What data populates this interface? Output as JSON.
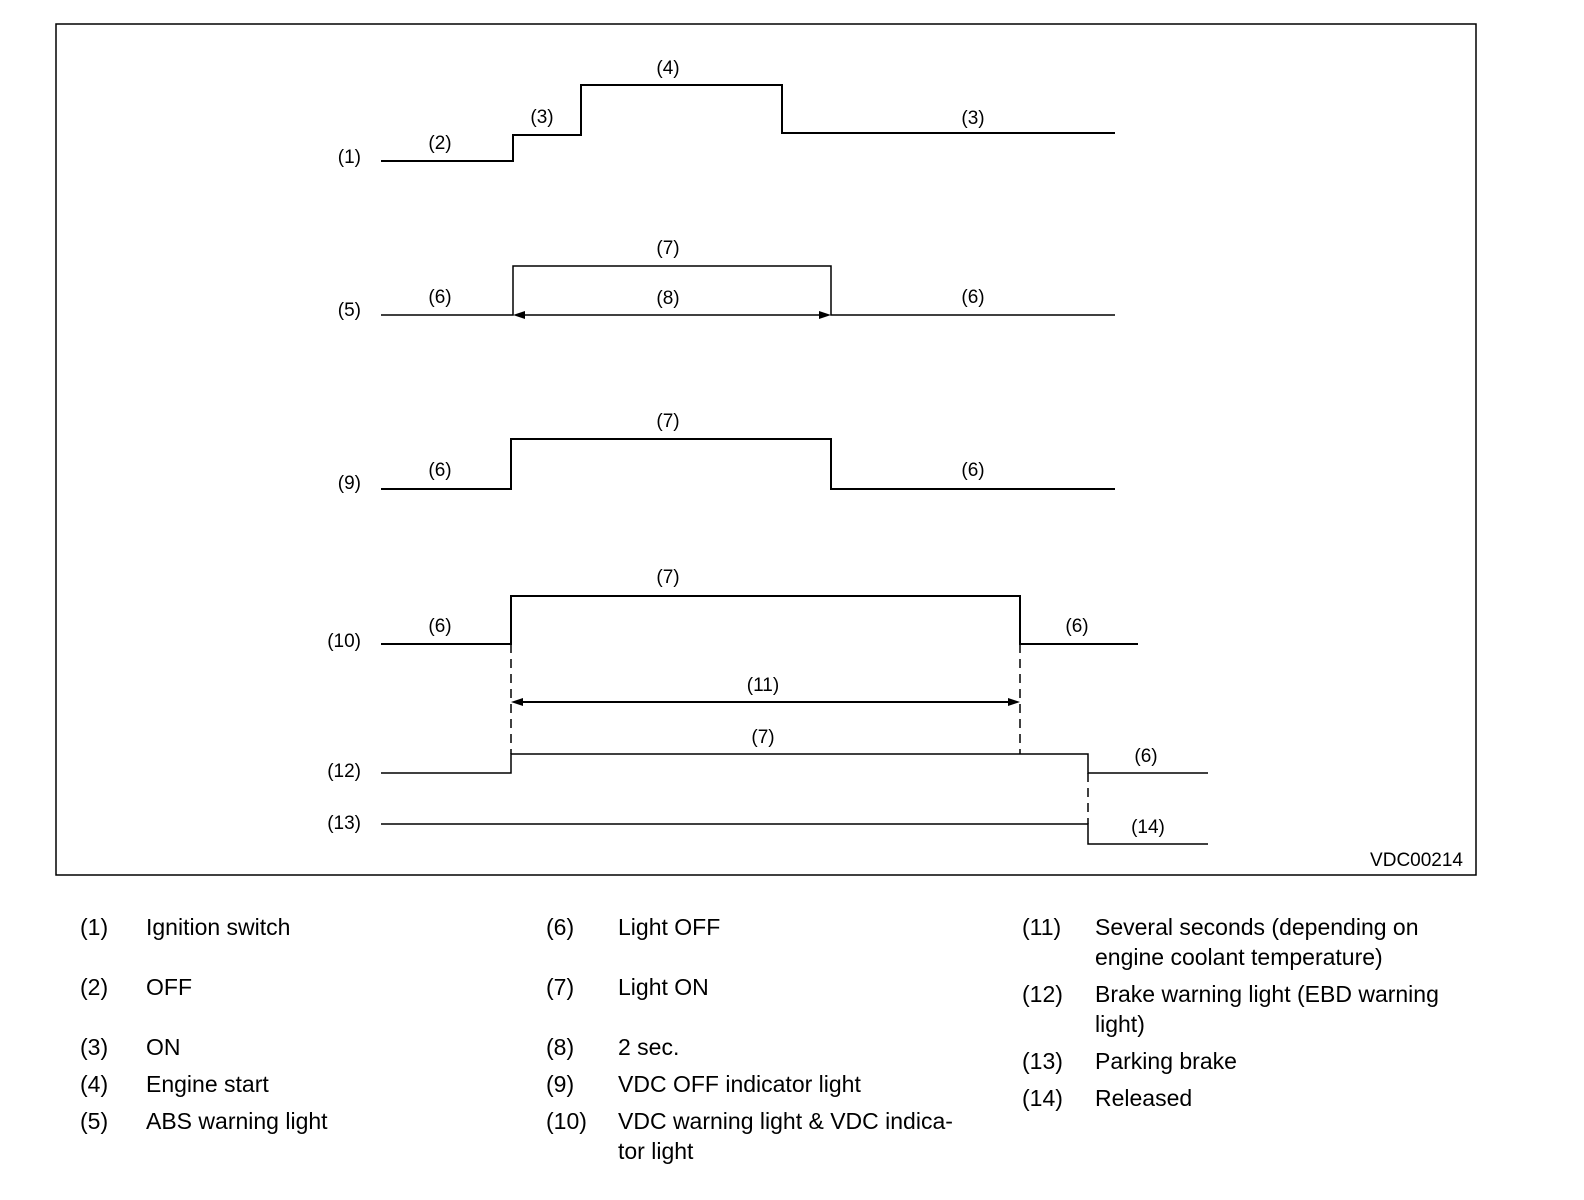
{
  "figure_id": "VDC00214",
  "rows": [
    {
      "num": "(1)",
      "segments": [
        "(2)",
        "(3)",
        "(4)",
        "(3)"
      ]
    },
    {
      "num": "(5)",
      "segments": [
        "(6)",
        "(7)",
        "(8)",
        "(6)"
      ]
    },
    {
      "num": "(9)",
      "segments": [
        "(6)",
        "(7)",
        "(6)"
      ]
    },
    {
      "num": "(10)",
      "segments": [
        "(6)",
        "(7)",
        "(6)"
      ]
    },
    {
      "num": "(11)"
    },
    {
      "num": "(12)",
      "segments": [
        "(7)",
        "(6)"
      ]
    },
    {
      "num": "(13)",
      "segments": [
        "(14)"
      ]
    }
  ],
  "legend": [
    {
      "num": "(1)",
      "text": "Ignition switch"
    },
    {
      "num": "(2)",
      "text": "OFF"
    },
    {
      "num": "(3)",
      "text": "ON"
    },
    {
      "num": "(4)",
      "text": "Engine start"
    },
    {
      "num": "(5)",
      "text": "ABS warning light"
    },
    {
      "num": "(6)",
      "text": "Light OFF"
    },
    {
      "num": "(7)",
      "text": "Light ON"
    },
    {
      "num": "(8)",
      "text": "2 sec."
    },
    {
      "num": "(9)",
      "text": "VDC OFF indicator light"
    },
    {
      "num": "(10)",
      "text": "VDC warning light & VDC indica-tor light"
    },
    {
      "num": "(11)",
      "text": "Several seconds (depending on engine coolant temperature)"
    },
    {
      "num": "(12)",
      "text": "Brake warning light (EBD warning light)"
    },
    {
      "num": "(13)",
      "text": "Parking brake"
    },
    {
      "num": "(14)",
      "text": "Released"
    }
  ]
}
